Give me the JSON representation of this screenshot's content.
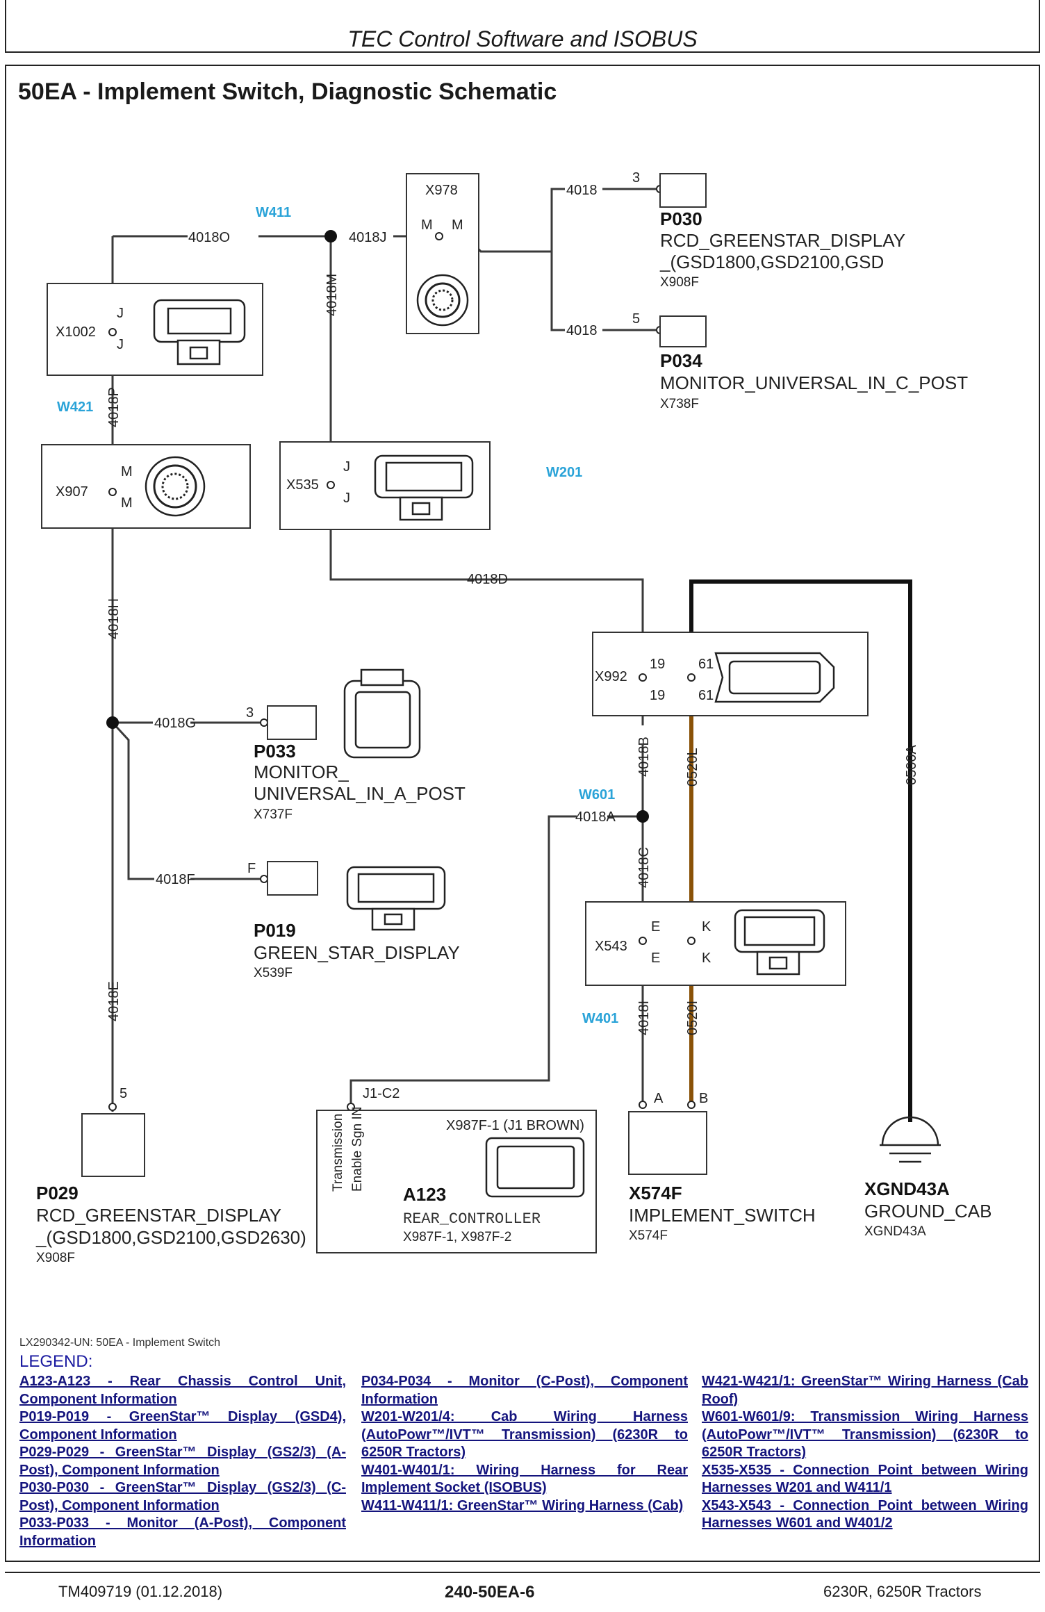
{
  "header": {
    "title": "TEC Control Software and ISOBUS"
  },
  "section_title": "50EA - Implement Switch, Diagnostic Schematic",
  "harness_labels": [
    "W411",
    "W421",
    "W201",
    "W601",
    "W401"
  ],
  "wires": {
    "w4018O": "4018O",
    "w4018J": "4018J",
    "w4018M": "4018M",
    "w4018_a": "4018",
    "w4018_b": "4018",
    "w4018P": "4018P",
    "w4018H": "4018H",
    "w4018D": "4018D",
    "w4018G": "4018G",
    "w4018F": "4018F",
    "w4018E": "4018E",
    "w4018B": "4018B",
    "w4018A": "4018A",
    "w4018C": "4018C",
    "w4018I": "4018I",
    "w0520L": "0520L",
    "w0520I": "0520I",
    "w0500A": "0500A"
  },
  "connectors": {
    "x978": {
      "name": "X978",
      "pin_left": "M",
      "pin_right": "M"
    },
    "x1002": {
      "name": "X1002",
      "pin_a": "J",
      "pin_b": "J"
    },
    "x907": {
      "name": "X907",
      "pin_a": "M",
      "pin_b": "M"
    },
    "x535": {
      "name": "X535",
      "pin_a": "J",
      "pin_b": "J"
    },
    "x992": {
      "name": "X992",
      "pins": [
        "19",
        "61",
        "19",
        "61"
      ]
    },
    "x543": {
      "name": "X543",
      "pins": [
        "E",
        "K",
        "E",
        "K"
      ]
    },
    "j1c2": "J1-C2"
  },
  "components": {
    "p030": {
      "pin": "3",
      "id": "P030",
      "line1": "RCD_GREENSTAR_DISPLAY",
      "line2": "_(GSD1800,GSD2100,GSD",
      "conn": "X908F"
    },
    "p034": {
      "pin": "5",
      "id": "P034",
      "line1": "MONITOR_UNIVERSAL_IN_C_POST",
      "conn": "X738F"
    },
    "p033": {
      "pin": "3",
      "id": "P033",
      "line1": "MONITOR_",
      "line2": "UNIVERSAL_IN_A_POST",
      "conn": "X737F"
    },
    "p019": {
      "pin": "F",
      "id": "P019",
      "line1": "GREEN_STAR_DISPLAY",
      "conn": "X539F"
    },
    "p029": {
      "pin": "5",
      "id": "P029",
      "line1": "RCD_GREENSTAR_DISPLAY",
      "line2": "_(GSD1800,GSD2100,GSD2630)",
      "conn": "X908F"
    },
    "a123": {
      "id": "A123",
      "line1": "REAR_CONTROLLER",
      "conn": "X987F-1, X987F-2",
      "plug": "X987F-1 (J1 BROWN)",
      "side_line1": "Transmission",
      "side_line2": "Enable Sgn IN"
    },
    "x574f": {
      "pin_a": "A",
      "pin_b": "B",
      "id": "X574F",
      "line1": "IMPLEMENT_SWITCH",
      "conn": "X574F"
    },
    "xgnd43a": {
      "id": "XGND43A",
      "line1": "GROUND_CAB",
      "conn": "XGND43A"
    }
  },
  "caption": "LX290342-UN: 50EA - Implement Switch",
  "legend": {
    "title": "LEGEND:",
    "col1": [
      "A123-A123 - Rear Chassis Control Unit, Component Information",
      "P019-P019 - GreenStar™ Display (GSD4), Component Information",
      "P029-P029 - GreenStar™ Display (GS2/3) (A-Post), Component Information",
      "P030-P030 - GreenStar™ Display (GS2/3) (C-Post), Component Information",
      "P033-P033 - Monitor (A-Post), Component Information"
    ],
    "col2": [
      "P034-P034 - Monitor (C-Post), Component Information",
      "W201-W201/4: Cab Wiring Harness (AutoPowr™/IVT™ Transmission) (6230R to 6250R Tractors)",
      "W401-W401/1: Wiring Harness for Rear Implement Socket (ISOBUS)",
      "W411-W411/1: GreenStar™ Wiring Harness (Cab)"
    ],
    "col3": [
      "W421-W421/1: GreenStar™ Wiring Harness (Cab Roof)",
      "W601-W601/9: Transmission Wiring Harness (AutoPowr™/IVT™ Transmission) (6230R to 6250R Tractors)",
      "X535-X535 - Connection Point between Wiring Harnesses W201 and W411/1",
      "X543-X543 - Connection Point between Wiring Harnesses W601 and W401/2"
    ]
  },
  "footer": {
    "left": "TM409719 (01.12.2018)",
    "center": "240-50EA-6",
    "right": "6230R, 6250R Tractors"
  },
  "colors": {
    "wire": "#3a3a3a",
    "harness_label": "#2aa3d8",
    "legend_link": "#14147d",
    "orange_wire": "#b06a10"
  }
}
